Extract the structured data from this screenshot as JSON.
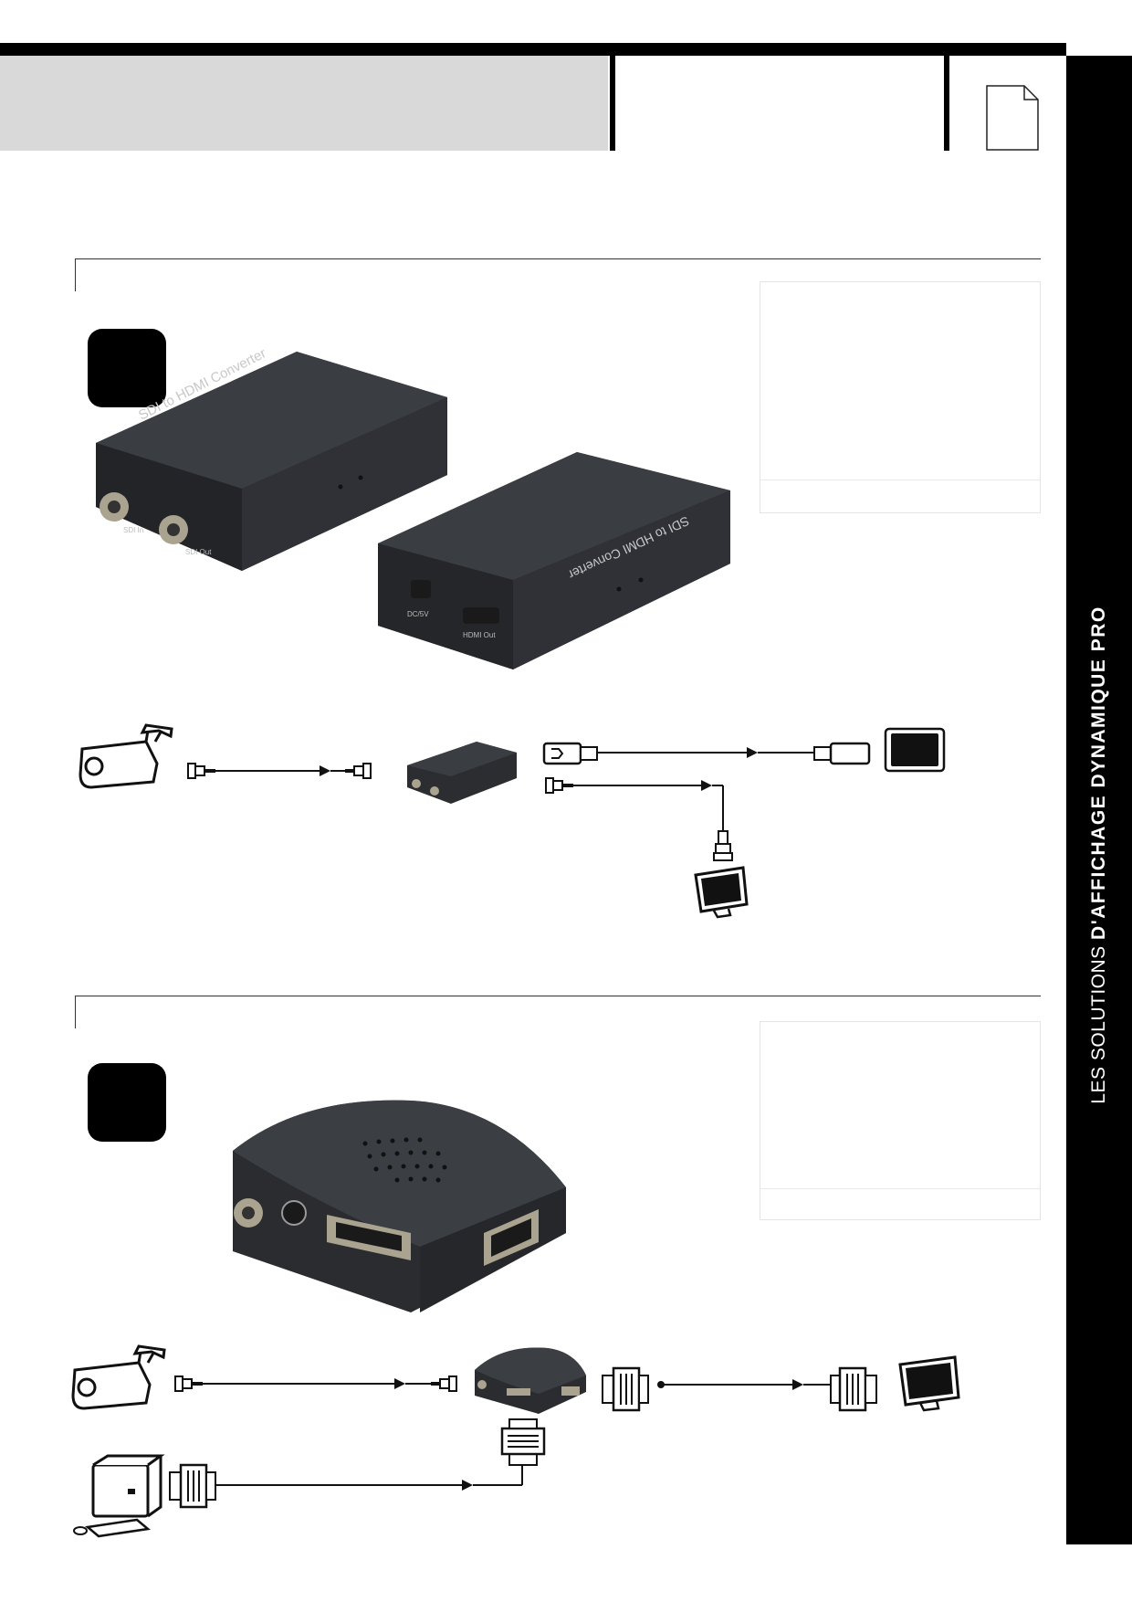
{
  "sidebar": {
    "prefix": "LES SOLUTIONS",
    "title": "D'AFFICHAGE DYNAMIQUE PRO"
  },
  "products": [
    {
      "device_label": "SDI to HDMI Converter",
      "ports_front": [
        "SDI In",
        "SDI Out"
      ],
      "ports_back": [
        "DC/5V",
        "HDMI Out"
      ]
    },
    {
      "device_label": "",
      "ports_front": [],
      "ports_back": []
    }
  ],
  "icons": {
    "page": "document-icon",
    "camera": "security-camera-icon",
    "monitor": "monitor-icon",
    "computer": "desktop-computer-icon",
    "hdmi": "hdmi-plug-icon",
    "bnc": "bnc-plug-icon",
    "vga": "vga-plug-icon"
  },
  "colors": {
    "band": "#000000",
    "header_grey": "#d9d9d9",
    "device": "#2b2d31"
  }
}
